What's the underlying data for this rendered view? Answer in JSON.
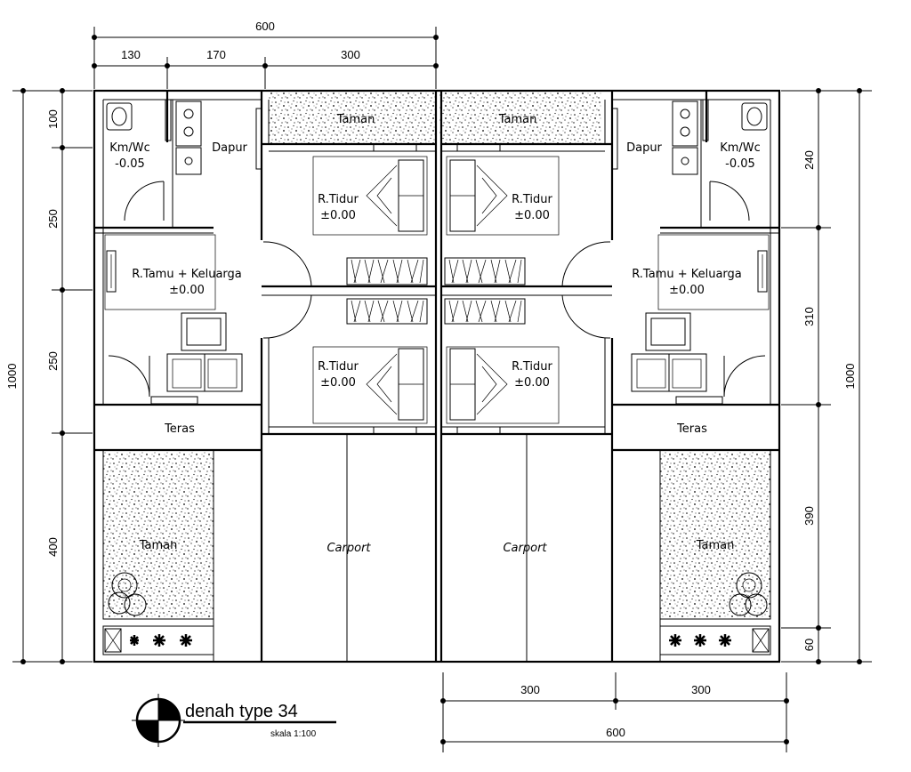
{
  "plan": {
    "title": "denah type 34",
    "scale": "skala 1:100"
  },
  "rooms": {
    "kmwc_left": "Km/Wc",
    "kmwc_left_level": "-0.05",
    "kmwc_right": "Km/Wc",
    "kmwc_right_level": "-0.05",
    "dapur_left": "Dapur",
    "dapur_right": "Dapur",
    "taman_top_left": "Taman",
    "taman_top_right": "Taman",
    "tidur_tl": "R.Tidur",
    "tidur_tl_level": "±0.00",
    "tidur_tr": "R.Tidur",
    "tidur_tr_level": "±0.00",
    "tidur_bl": "R.Tidur",
    "tidur_bl_level": "±0.00",
    "tidur_br": "R.Tidur",
    "tidur_br_level": "±0.00",
    "tamu_left": "R.Tamu + Keluarga",
    "tamu_left_level": "±0.00",
    "tamu_right": "R.Tamu + Keluarga",
    "tamu_right_level": "±0.00",
    "teras_left": "Teras",
    "teras_right": "Teras",
    "taman_bottom_left": "Taman",
    "taman_bottom_right": "Taman",
    "carport_left": "Carport",
    "carport_right": "Carport"
  },
  "dimensions": {
    "top_total": "600",
    "top_a": "130",
    "top_b": "170",
    "top_c": "300",
    "left_a": "100",
    "left_b": "250",
    "left_c": "250",
    "left_d": "400",
    "left_total": "1000",
    "right_a": "240",
    "right_b": "310",
    "right_c": "390",
    "right_d": "60",
    "right_total": "1000",
    "bottom_a": "300",
    "bottom_b": "300",
    "bottom_total": "600"
  }
}
